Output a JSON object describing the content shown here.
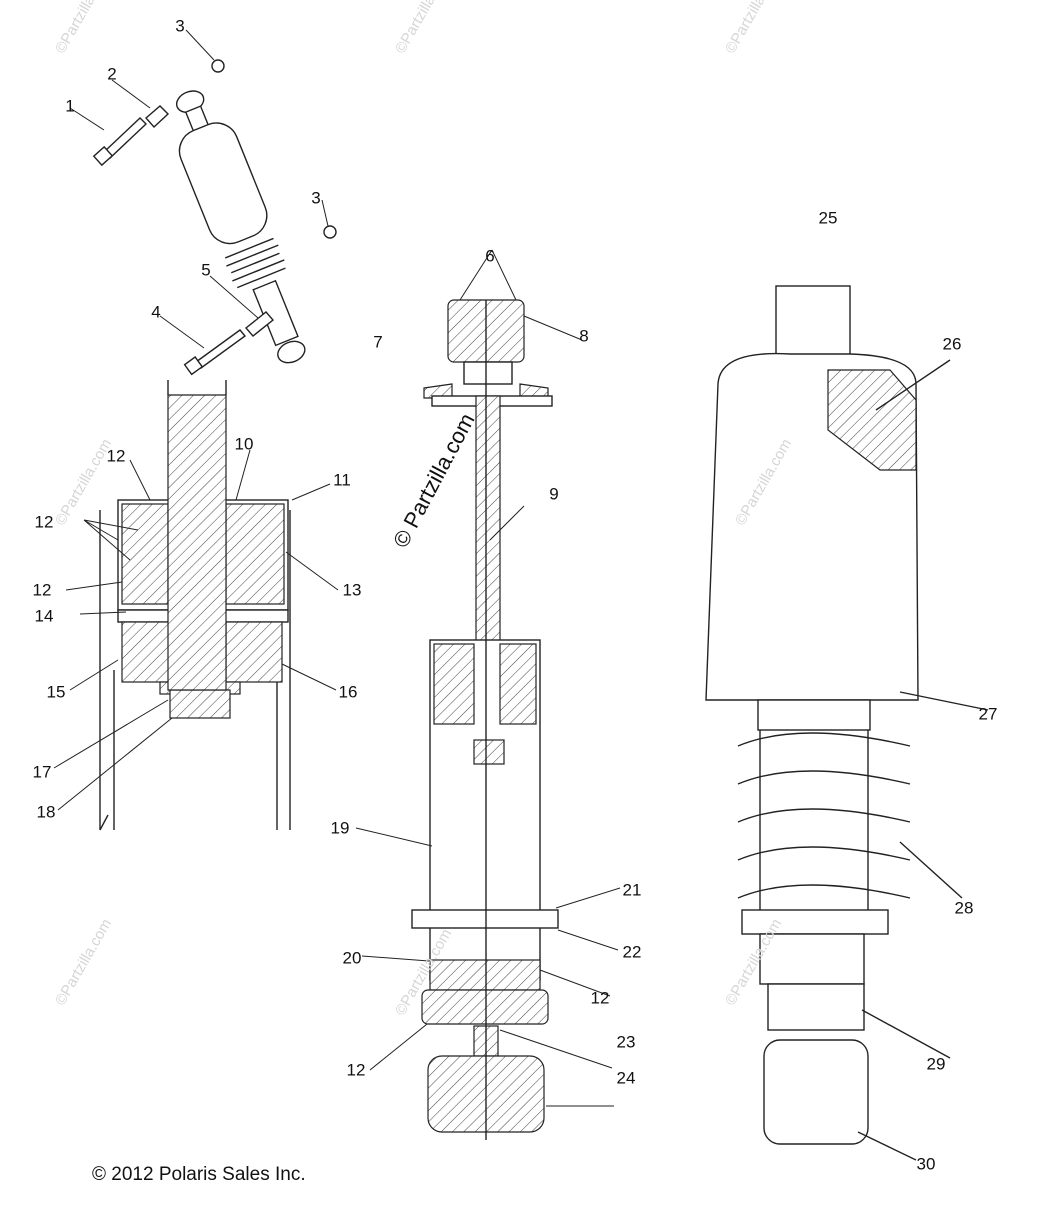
{
  "copyright": "© 2012 Polaris Sales Inc.",
  "watermark": "© Partzilla.com",
  "watermark_small": "©Partzilla.com",
  "callouts": {
    "c1": "1",
    "c2": "2",
    "c3a": "3",
    "c3b": "3",
    "c4": "4",
    "c5": "5",
    "c6": "6",
    "c7": "7",
    "c8": "8",
    "c9": "9",
    "c10": "10",
    "c11": "11",
    "c12a": "12",
    "c12b": "12",
    "c12c": "12",
    "c12d": "12",
    "c12e": "12",
    "c13": "13",
    "c14": "14",
    "c15": "15",
    "c16": "16",
    "c17": "17",
    "c18": "18",
    "c19": "19",
    "c20": "20",
    "c21": "21",
    "c22": "22",
    "c23": "23",
    "c24": "24",
    "c25": "25",
    "c26": "26",
    "c27": "27",
    "c28": "28",
    "c29": "29",
    "c30": "30"
  }
}
